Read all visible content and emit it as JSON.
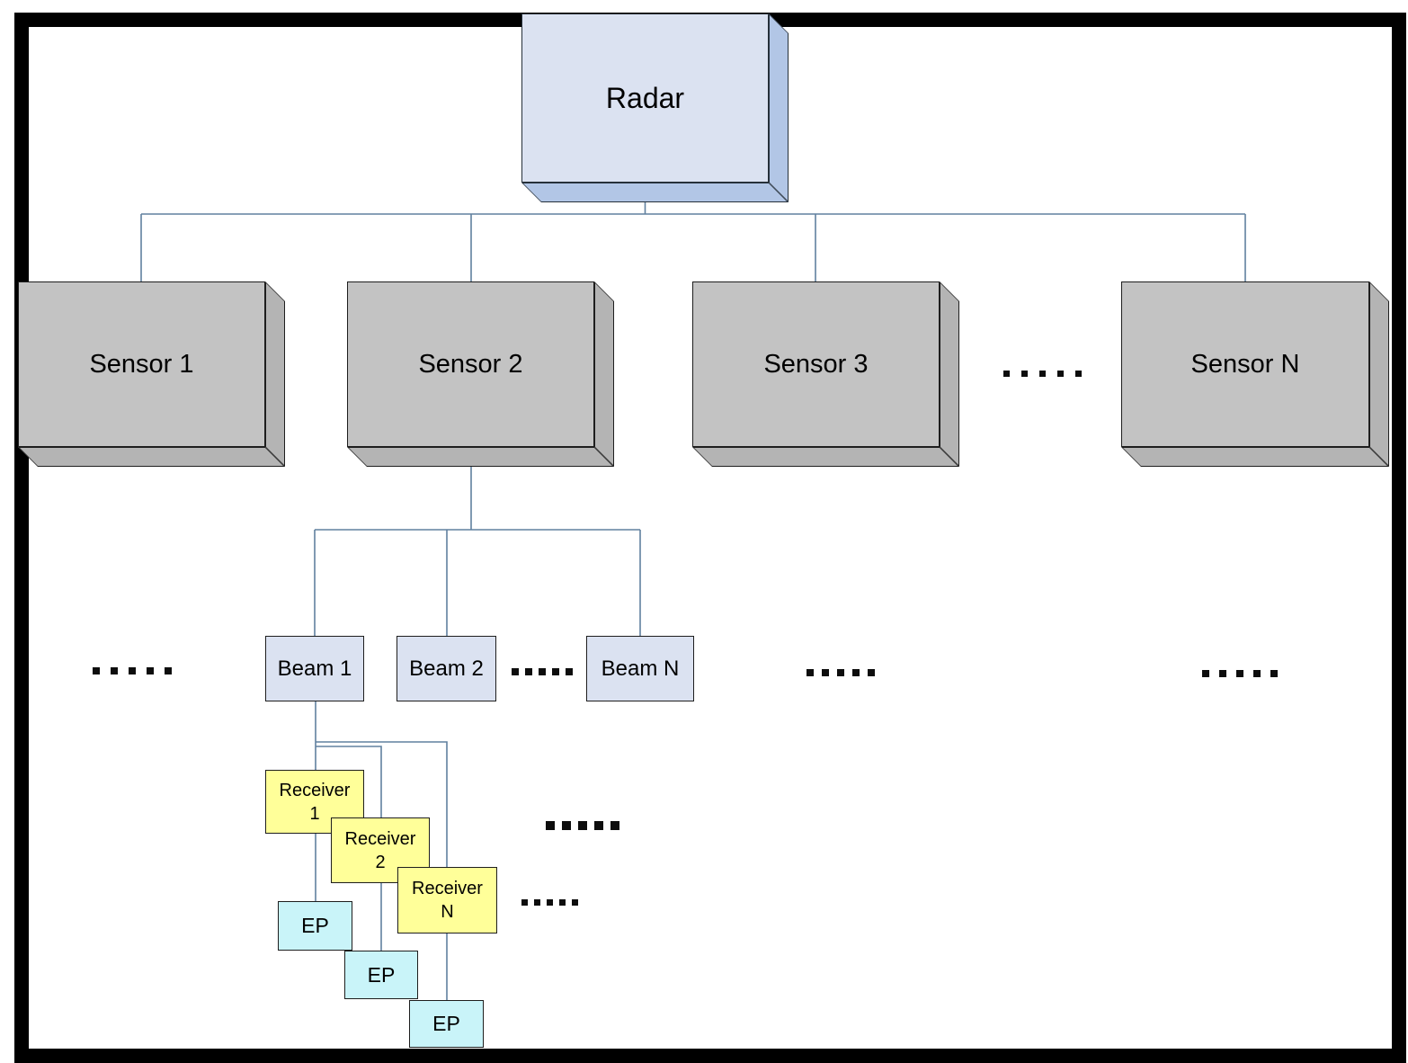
{
  "diagram": {
    "root": {
      "label": "Radar"
    },
    "sensors": [
      {
        "label": "Sensor 1"
      },
      {
        "label": "Sensor 2"
      },
      {
        "label": "Sensor 3"
      },
      {
        "label": "Sensor N"
      }
    ],
    "beams": [
      {
        "label": "Beam 1"
      },
      {
        "label": "Beam 2"
      },
      {
        "label": "Beam N"
      }
    ],
    "receivers": [
      {
        "name": "Receiver",
        "index": "1"
      },
      {
        "name": "Receiver",
        "index": "2"
      },
      {
        "name": "Receiver",
        "index": "N"
      }
    ],
    "eps": [
      {
        "label": "EP"
      },
      {
        "label": "EP"
      },
      {
        "label": "EP"
      }
    ],
    "ellipses": [
      {
        "location": "between-sensor-3-and-sensor-n",
        "symbol": ". . . . ."
      },
      {
        "location": "left-of-beam-1",
        "symbol": ". . . . ."
      },
      {
        "location": "between-beam-2-and-beam-n",
        "symbol": ". . . . ."
      },
      {
        "location": "below-sensor-3",
        "symbol": ". . . . ."
      },
      {
        "location": "below-sensor-n",
        "symbol": ". . . . ."
      },
      {
        "location": "right-of-receivers",
        "symbol": ". . . . ."
      },
      {
        "location": "right-of-receiver-n",
        "symbol": ". . . . ."
      }
    ],
    "colors": {
      "node_face": "#dbe2f1",
      "node_side": "#b2c6e6",
      "sensor_face": "#c3c3c3",
      "sensor_side": "#b4b4b4",
      "receiver": "#ffff99",
      "ep": "#c9f4f9",
      "connector": "#60809f",
      "dots": "#0d0d0d",
      "frame": "#000000"
    }
  }
}
